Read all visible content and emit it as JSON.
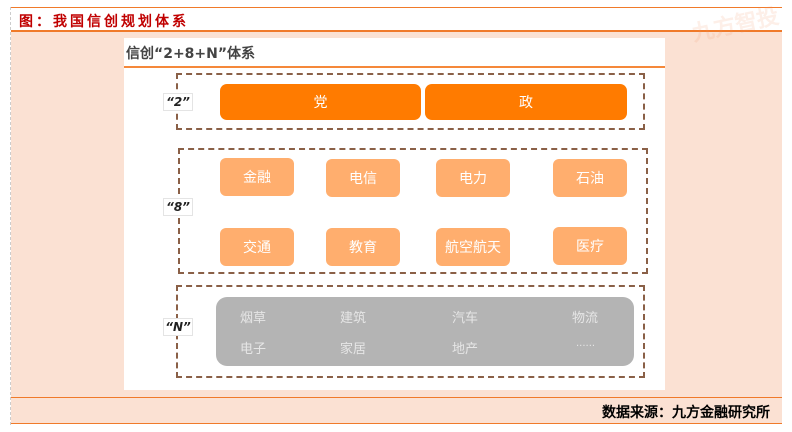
{
  "figure_title": "图：我国信创规划体系",
  "source": "数据来源：九方金融研究所",
  "watermark": "九方智投",
  "panel": {
    "title": "信创“2+8+N”体系",
    "groups": [
      {
        "label": "“2”",
        "items": [
          "党",
          "政"
        ]
      },
      {
        "label": "“8”",
        "items": [
          "金融",
          "电信",
          "电力",
          "石油",
          "交通",
          "教育",
          "航空航天",
          "医疗"
        ]
      },
      {
        "label": "“N”",
        "items": [
          "烟草",
          "建筑",
          "汽车",
          "物流",
          "电子",
          "家居",
          "地产",
          "......"
        ]
      }
    ]
  },
  "colors": {
    "accent": "#f07a2a",
    "title_red": "#c00000",
    "party": "#ff7b00",
    "sector": "#ffae6e",
    "n_box": "#b4b4b4"
  }
}
